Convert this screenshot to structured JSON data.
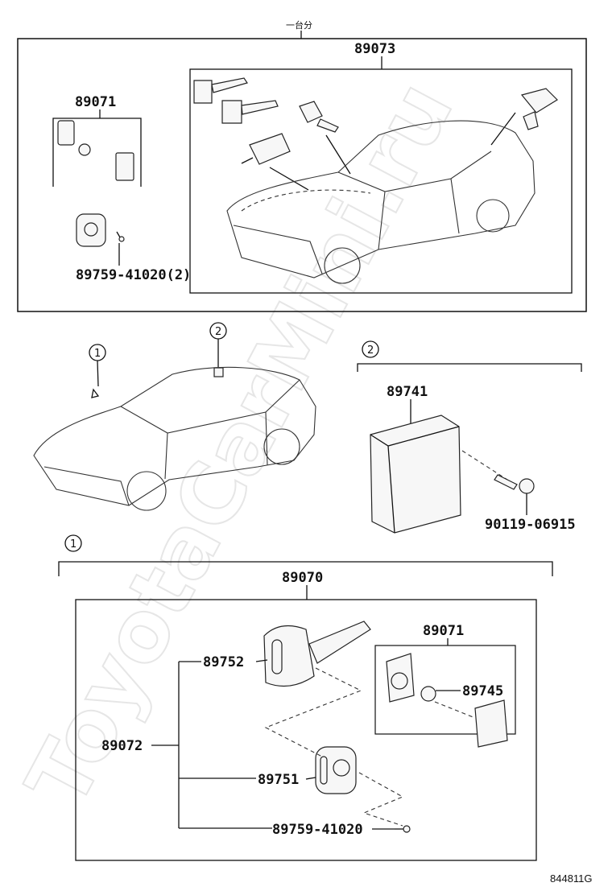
{
  "header_note": "一台分",
  "watermark": "ToyotaCarMini.ru",
  "figure_code": "844811G",
  "callouts": {
    "circle_1": "1",
    "circle_2": "2"
  },
  "labels": {
    "p89073": "89073",
    "p89071_top": "89071",
    "p89759_41020_2": "89759-41020(2)",
    "p89741": "89741",
    "p90119_06915": "90119-06915",
    "p89070": "89070",
    "p89071_bottom": "89071",
    "p89752": "89752",
    "p89745": "89745",
    "p89072": "89072",
    "p89751": "89751",
    "p89759_41020": "89759-41020"
  }
}
